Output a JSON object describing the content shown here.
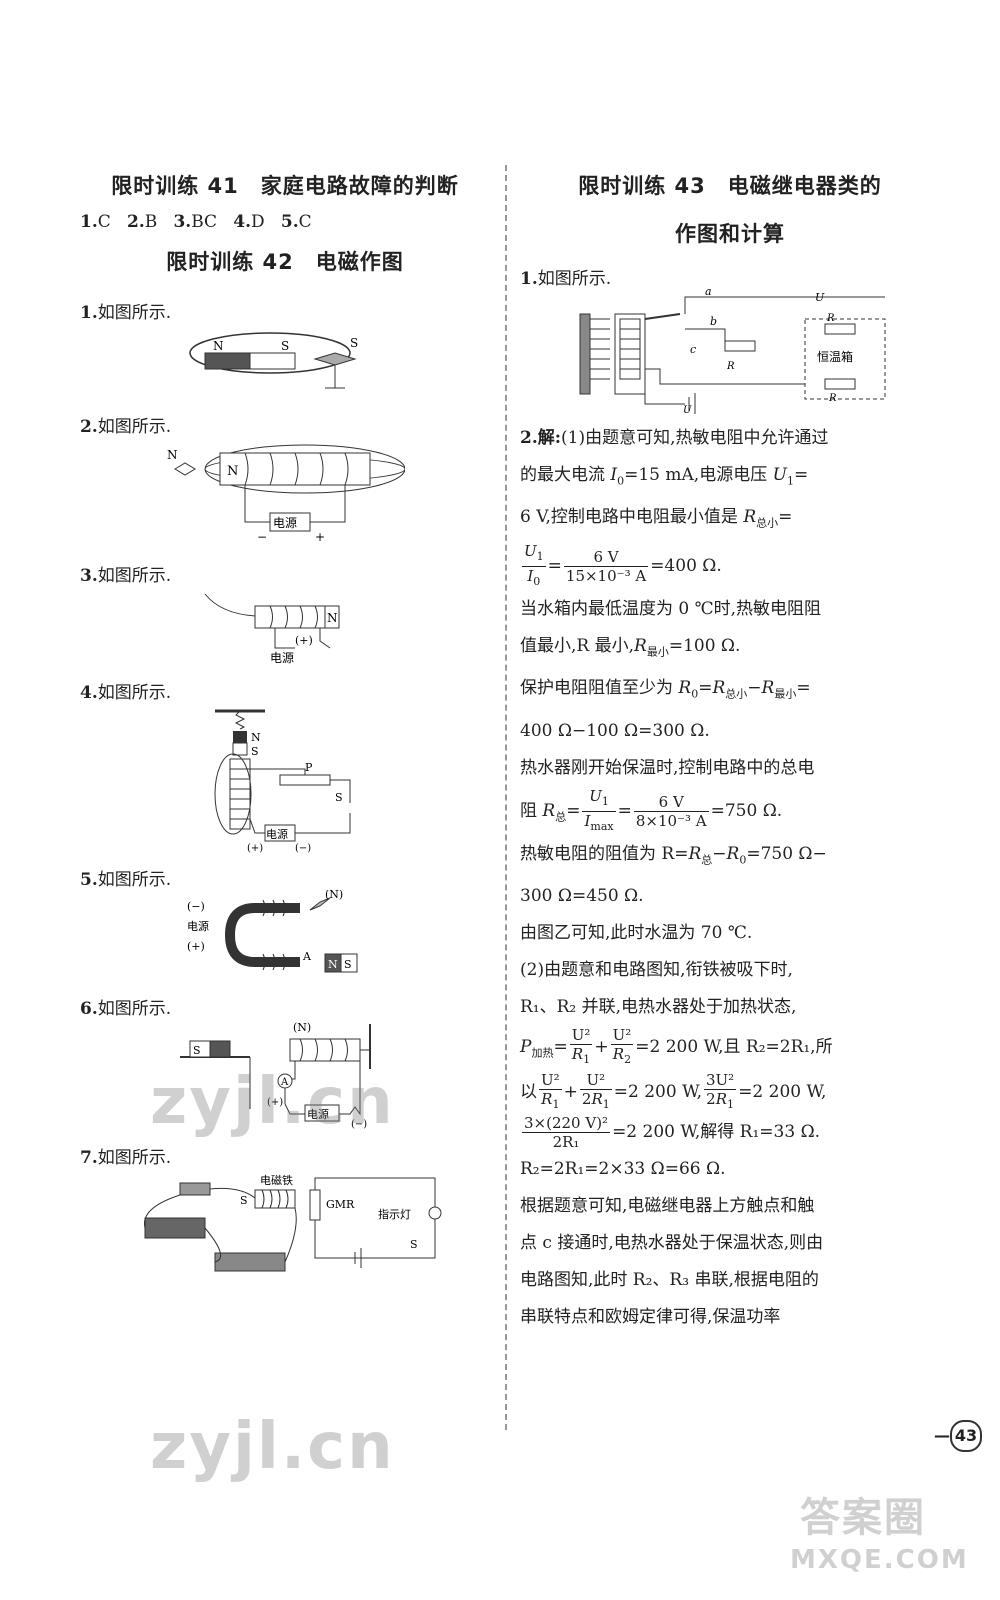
{
  "left": {
    "t41_title": "限时训练 41　家庭电路故障的判断",
    "t41_answers": [
      {
        "n": "1.",
        "v": "C"
      },
      {
        "n": "2.",
        "v": "B"
      },
      {
        "n": "3.",
        "v": "BC"
      },
      {
        "n": "4.",
        "v": "D"
      },
      {
        "n": "5.",
        "v": "C"
      }
    ],
    "t42_title": "限时训练 42　电磁作图",
    "items": [
      {
        "num": "1.",
        "text": "如图所示."
      },
      {
        "num": "2.",
        "text": "如图所示."
      },
      {
        "num": "3.",
        "text": "如图所示."
      },
      {
        "num": "4.",
        "text": "如图所示."
      },
      {
        "num": "5.",
        "text": "如图所示."
      },
      {
        "num": "6.",
        "text": "如图所示."
      },
      {
        "num": "7.",
        "text": "如图所示."
      }
    ],
    "fig_labels": {
      "f1": {
        "n": "N",
        "s": "S",
        "s2": "S"
      },
      "f2": {
        "n_needle": "N",
        "n_core": "N",
        "power": "电源",
        "minus": "−",
        "plus": "+"
      },
      "f3": {
        "n": "N",
        "plus": "(+)",
        "power": "电源"
      },
      "f4": {
        "n": "N",
        "s": "S",
        "p": "P",
        "switch": "S",
        "power": "电源",
        "plus": "(+)",
        "minus": "(−)"
      },
      "f5": {
        "minus": "(−)",
        "power": "电源",
        "plus": "(+)",
        "n_needle": "(N)",
        "a": "A",
        "n": "N",
        "s": "S"
      },
      "f6": {
        "n_top": "(N)",
        "s": "S",
        "ammeter": "A",
        "plus": "(+)",
        "power": "电源",
        "minus": "(−)"
      },
      "f7": {
        "electromagnet": "电磁铁",
        "s": "S",
        "gmr": "GMR",
        "lamp": "指示灯",
        "switch": "S"
      }
    }
  },
  "right": {
    "t43_title_1": "限时训练 43　电磁继电器类的",
    "t43_title_2": "作图和计算",
    "item1": {
      "num": "1.",
      "text": "如图所示."
    },
    "fig_labels": {
      "a": "a",
      "b": "b",
      "c": "c",
      "u2": "U",
      "r0": "R",
      "box": "恒温箱",
      "r2": "R",
      "r1": "R",
      "u1": "U"
    },
    "item2_num": "2.",
    "item2_head": "解:",
    "lines": {
      "l1": "(1)由题意可知,热敏电阻中允许通过",
      "l2a": "的最大电流",
      "l2b": "=15 mA,电源电压",
      "l2c": "=",
      "l3a": "6 V,控制电路中电阻最小值是",
      "l3b": "=",
      "f1_num": "6 V",
      "f1_den": "15×10⁻³ A",
      "l4b": "=400 Ω.",
      "l5": "当水箱内最低温度为 0 ℃时,热敏电阻阻",
      "l6a": "值最小,R 最小,",
      "l6b": "=100 Ω.",
      "l7a": "保护电阻阻值至少为",
      "l7b": "=",
      "l7c": "−",
      "l7d": "=",
      "l8": "400 Ω−100 Ω=300 Ω.",
      "l9": "热水器刚开始保温时,控制电路中的总电",
      "l10a": "阻",
      "l10b": "=",
      "f2_num": "6 V",
      "f2_den": "8×10⁻³ A",
      "l10c": "=750 Ω.",
      "l11a": "热敏电阻的阻值为 R=",
      "l11b": "−",
      "l11c": "=750 Ω−",
      "l12": "300 Ω=450 Ω.",
      "l13": "由图乙可知,此时水温为 70 ℃.",
      "l14": "(2)由题意和电路图知,衔铁被吸下时,",
      "l15": "R₁、R₂ 并联,电热水器处于加热状态,",
      "l16b": "=2 200 W,且 R₂=2R₁,所",
      "l17a": "以",
      "l17b": "=2 200 W,",
      "l17c": "=2 200 W,",
      "f18_num": "3×(220 V)²",
      "f18_den": "2R₁",
      "l18b": "=2 200 W,解得 R₁=33 Ω.",
      "l19": "R₂=2R₁=2×33 Ω=66 Ω.",
      "l20": "根据题意可知,电磁继电器上方触点和触",
      "l21": "点 c 接通时,电热水器处于保温状态,则由",
      "l22": "电路图知,此时 R₂、R₃ 串联,根据电阻的",
      "l23": "串联特点和欧姆定律可得,保温功率"
    },
    "sym": {
      "I0": "I",
      "U1": "U",
      "Rzx": "R",
      "Rzm": "R",
      "R0": "R",
      "Rz": "R",
      "Imax": "I",
      "Pj": "P",
      "sub0": "0",
      "sub1": "1",
      "sub2": "2",
      "subzx": "总小",
      "submin": "最小",
      "subz": "总",
      "submax": "max",
      "subjr": "加热",
      "U2": "U²",
      "R1": "R",
      "R2": "R",
      "two": "2",
      "threeU2": "3U²",
      "plus": "+",
      "eq": "="
    }
  },
  "page_number": "43",
  "watermarks": [
    "zyjl.cn",
    "zyjl.cn",
    "答案圈",
    "MXQE.COM"
  ]
}
